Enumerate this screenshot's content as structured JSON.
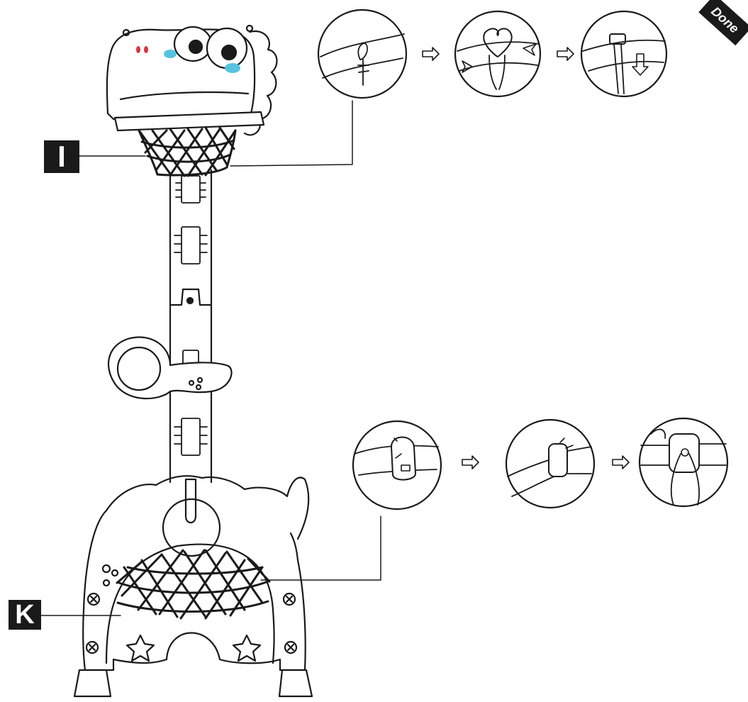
{
  "labels": {
    "part_i": "I",
    "part_k": "K"
  },
  "corner_badge": "Done",
  "colors": {
    "ink": "#1a1a1a",
    "cheek_red": "#d9353c",
    "tear_blue": "#57c3e0",
    "background": "#ffffff"
  },
  "steps": {
    "net_attach": {
      "step_count": 3
    },
    "net_clip": {
      "step_count": 3
    }
  }
}
